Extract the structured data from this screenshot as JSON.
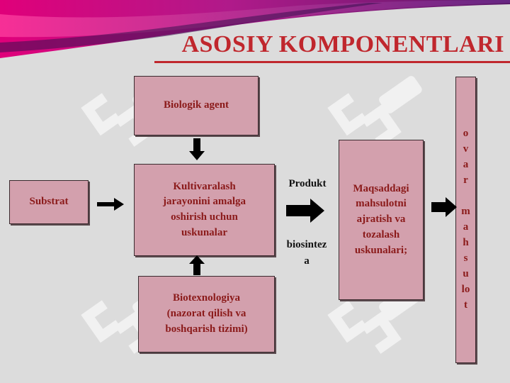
{
  "title": "ASOSIY KOMPONENTLARI",
  "boxes": {
    "biologik_agent": "Biologik agent",
    "substrat": "Substrat",
    "kultivaralash": "Kultivaralash\njarayonini amalga\noshirish uchun\nuskunalar",
    "biotexnologiya": "Biotexnologiya\n(nazorat qilish  va\nboshqarish tizimi)",
    "maqsaddagi": "Maqsaddagi\nmahsulotni\najratish va\ntozalash\nuskunalari;"
  },
  "labels": {
    "produkt": "Produkt",
    "biosinteza": "biosintez\na"
  },
  "final_product_letters": [
    "o",
    "v",
    "a",
    "r",
    "",
    "m",
    "a",
    "h",
    "s",
    "u",
    "lo",
    "t"
  ],
  "colors": {
    "title": "#c0272d",
    "box_fill": "#d3a0ad",
    "box_text": "#8b1a1a",
    "watermark": "#ffffff"
  },
  "watermark_icon": "soft-logo-watermark"
}
